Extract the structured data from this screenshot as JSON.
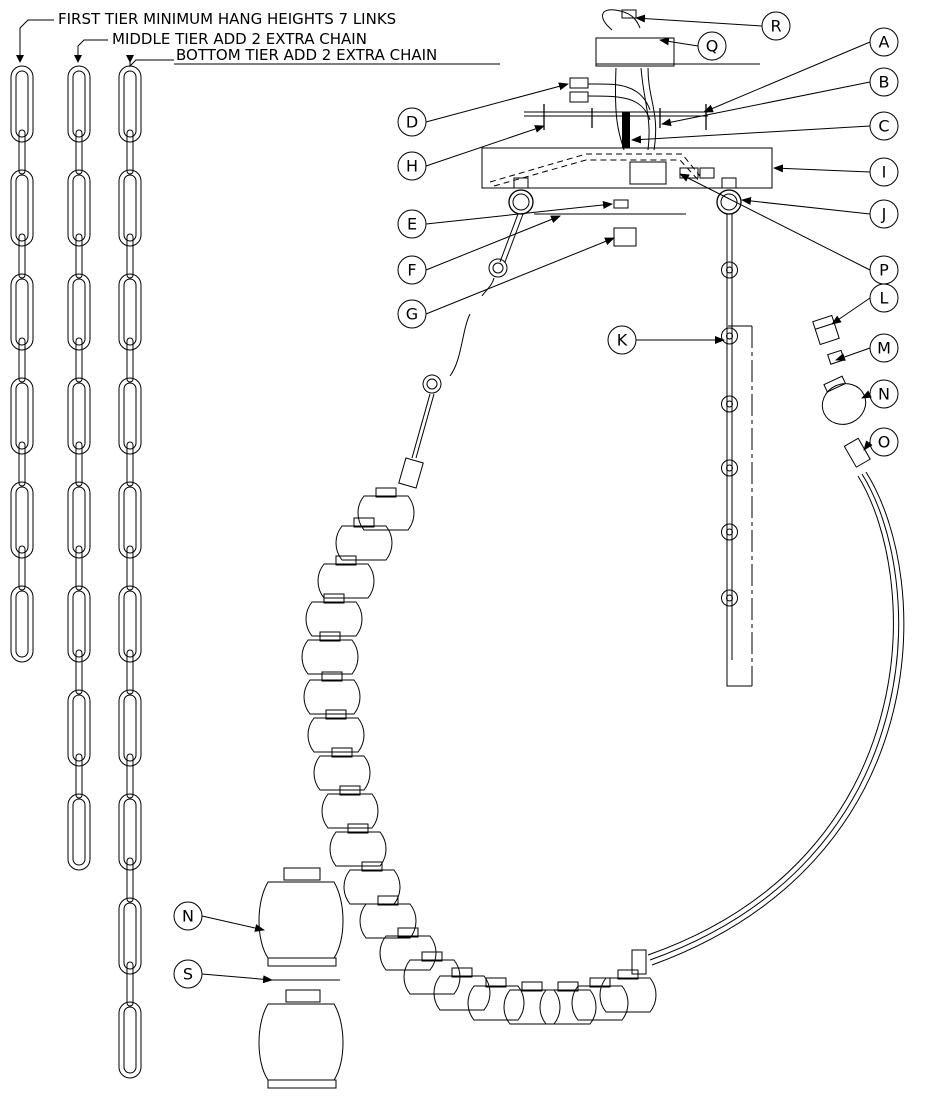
{
  "notes": {
    "first_tier": "FIRST TIER MINIMUM HANG HEIGHTS 7 LINKS",
    "middle_tier": "MIDDLE TIER ADD 2 EXTRA CHAIN",
    "bottom_tier": "BOTTOM TIER ADD 2 EXTRA CHAIN"
  },
  "callouts": {
    "A": "A",
    "B": "B",
    "C": "C",
    "D": "D",
    "E": "E",
    "F": "F",
    "G": "G",
    "H": "H",
    "I": "I",
    "J": "J",
    "K": "K",
    "L": "L",
    "M": "M",
    "N": "N",
    "O": "O",
    "P": "P",
    "Q": "Q",
    "R": "R",
    "N2": "N",
    "S": "S"
  }
}
